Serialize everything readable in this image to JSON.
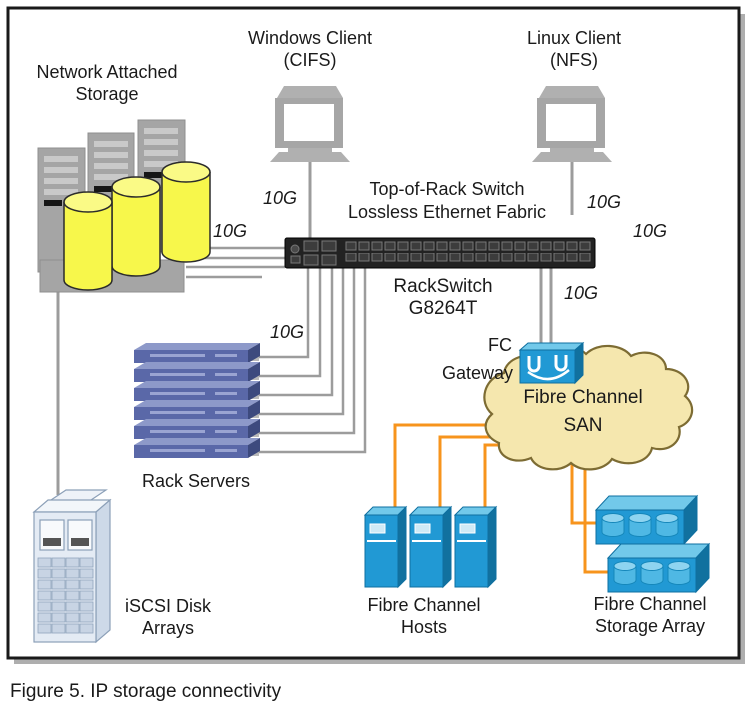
{
  "caption": "Figure 5. IP storage connectivity",
  "speed_label": "10G",
  "nodes": {
    "nas": {
      "line1": "Network Attached",
      "line2": "Storage"
    },
    "windows_client": {
      "line1": "Windows Client",
      "line2": "(CIFS)"
    },
    "linux_client": {
      "line1": "Linux Client",
      "line2": "(NFS)"
    },
    "tor_switch": {
      "line1": "Top-of-Rack Switch",
      "line2": "Lossless Ethernet Fabric"
    },
    "rackswitch": {
      "line1": "RackSwitch",
      "line2": "G8264T"
    },
    "fc_gateway": {
      "line1": "FC",
      "line2": "Gateway"
    },
    "san_cloud": {
      "line1": "Fibre Channel",
      "line2": "SAN"
    },
    "rack_servers": {
      "label": "Rack Servers"
    },
    "iscsi_disk_arrays": {
      "line1": "iSCSI Disk",
      "line2": "Arrays"
    },
    "fc_hosts": {
      "line1": "Fibre Channel",
      "line2": "Hosts"
    },
    "fc_storage_array": {
      "line1": "Fibre Channel",
      "line2": "Storage Array"
    }
  },
  "colors": {
    "line_gray": "#9c9c9c",
    "fc_orange": "#f7941d",
    "switch_body": "#222222",
    "cloud_fill": "#f5e7ae",
    "cloud_border": "#7d6c33",
    "device_blue": "#2199d4",
    "device_blue_light": "#72c9ea",
    "device_blue_dark": "#11719f",
    "server_blue": "#5a68a8",
    "server_blue_light": "#8d99c9",
    "server_blue_dark": "#3d4a7e",
    "disk_yellow": "#f7f74b",
    "tower_gray": "#a5a5a5"
  }
}
